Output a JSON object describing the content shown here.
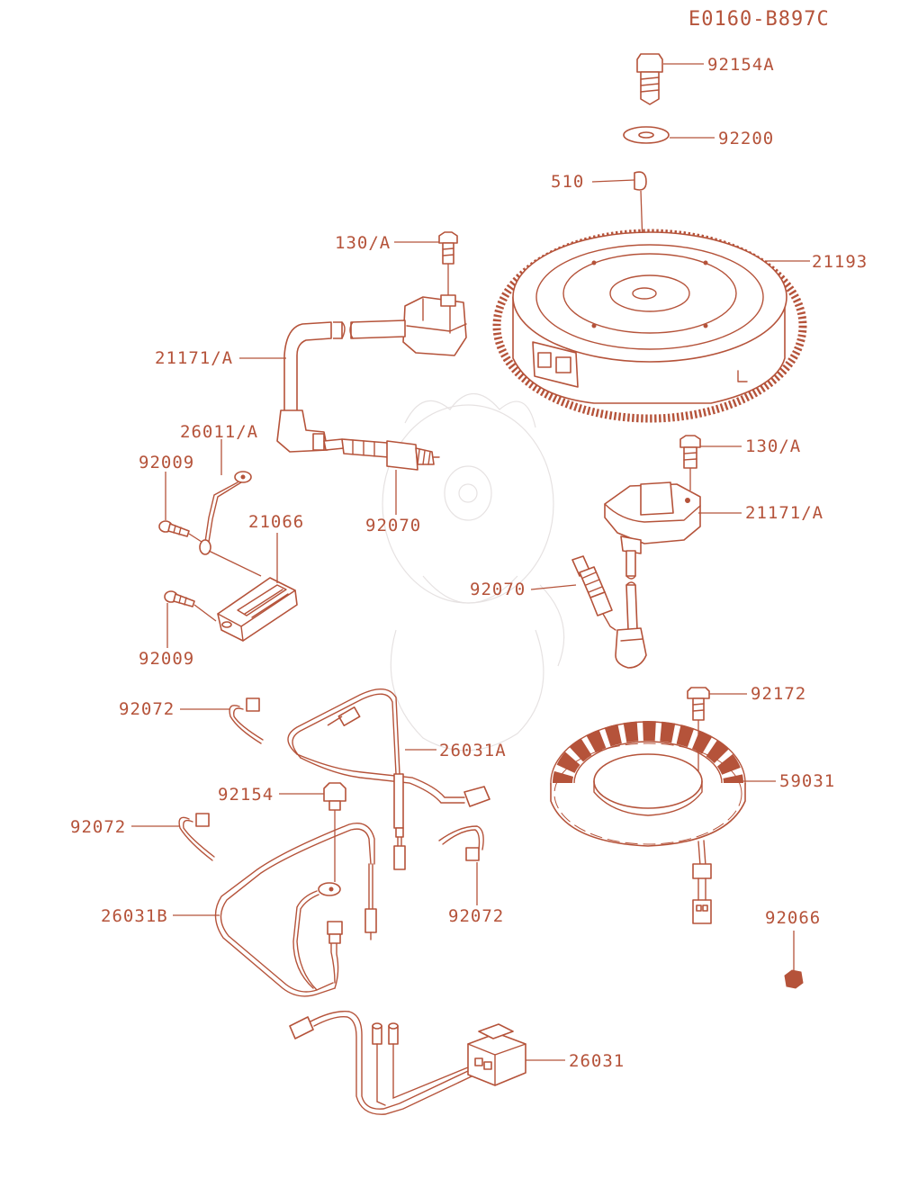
{
  "diagram_code": "E0160-B897C",
  "accent_color": "#b5533a",
  "callouts": {
    "bolt_top": "92154A",
    "washer": "92200",
    "key": "510",
    "bolt_coil_top": "130/A",
    "flywheel": "21193",
    "coil_left": "21171/A",
    "lead": "26011/A",
    "screw_top": "92009",
    "module": "21066",
    "screw_bottom": "92009",
    "plug_left": "92070",
    "bolt_coil_right": "130/A",
    "coil_right": "21171/A",
    "plug_right": "92070",
    "clamp_1": "92072",
    "harness_a": "26031A",
    "bolt_stator": "92172",
    "stator": "59031",
    "bolt_harness": "92154",
    "clamp_2": "92072",
    "clamp_3": "92072",
    "harness_b": "26031B",
    "nut": "92066",
    "harness": "26031"
  }
}
